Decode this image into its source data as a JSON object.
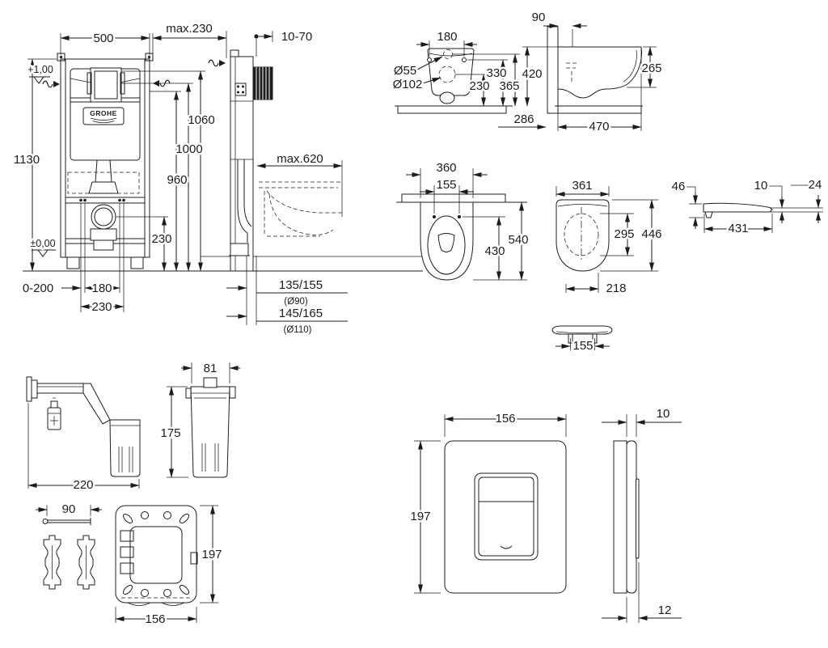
{
  "drawing": {
    "ink": "#1c1c1c",
    "background": "#ffffff"
  },
  "views": {
    "frame_front": {
      "dim_width": "500",
      "dim_height": "1130",
      "level_upper": "+1,00",
      "level_floor": "±0,00",
      "dim_foot_adjust": "0-200",
      "dim_fixing_inner": "180",
      "dim_fixing_outer": "230",
      "dim_outlet_height": "230",
      "dim_supply_height": "960",
      "dim_actuation_height": "1000",
      "dim_top_height": "1060",
      "dim_depth_max": "max.230",
      "logo": "GROHE"
    },
    "frame_side": {
      "dim_wall_range": "10-70",
      "dim_depth_max": "max.620",
      "dim_outlet_a": "135/155",
      "dim_outlet_a_pipe": "(Ø90)",
      "dim_outlet_b": "145/165",
      "dim_outlet_b_pipe": "(Ø110)"
    },
    "bowl_back": {
      "dim_fixing": "180",
      "dim_inlet": "Ø55",
      "dim_outlet": "Ø102",
      "dim_inlet_height": "365",
      "dim_fixing_height": "330",
      "dim_outlet_height": "230",
      "dim_outlet_depth": "286"
    },
    "bowl_side": {
      "dim_wall": "90",
      "dim_height": "420",
      "dim_front_height": "265",
      "dim_depth": "470"
    },
    "bowl_top": {
      "dim_width": "360",
      "dim_fixing": "155",
      "dim_depth": "540",
      "dim_bowl_depth": "430"
    },
    "seat_top": {
      "dim_width": "361",
      "dim_opening": "295",
      "dim_depth": "446",
      "dim_hinge": "218"
    },
    "seat_side": {
      "dim_back_height": "46",
      "dim_lid": "10",
      "dim_front_height": "24",
      "dim_length": "431"
    },
    "seat_front": {
      "dim_hinge_span": "155"
    },
    "bracket": {
      "dim_length": "220"
    },
    "shaft": {
      "dim_width": "81",
      "dim_height": "175"
    },
    "rod": {
      "dim_length": "90"
    },
    "mounting_frame": {
      "dim_width": "156",
      "dim_height": "197"
    },
    "plate_front": {
      "dim_width": "156",
      "dim_height": "197"
    },
    "plate_side": {
      "dim_plate": "10",
      "dim_button": "12"
    }
  }
}
